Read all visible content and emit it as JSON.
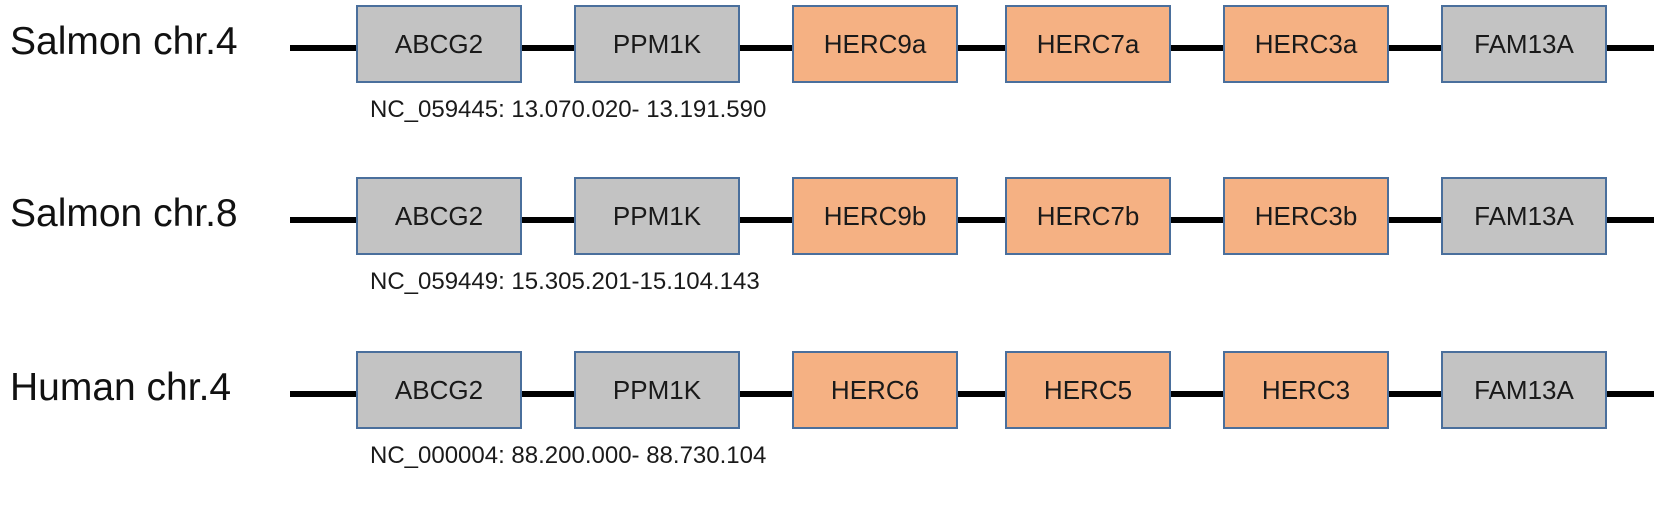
{
  "colors": {
    "conserved_gene_fill": "#c3c3c3",
    "herc_gene_fill": "#f5b183",
    "gene_border": "#4a6f9c",
    "chromosome_line": "#000000"
  },
  "tracks": [
    {
      "label": "Salmon chr.4",
      "coordinates": "NC_059445: 13.070.020- 13.191.590",
      "genes": [
        {
          "name": "ABCG2",
          "kind": "conserved"
        },
        {
          "name": "PPM1K",
          "kind": "conserved"
        },
        {
          "name": "HERC9a",
          "kind": "herc"
        },
        {
          "name": "HERC7a",
          "kind": "herc"
        },
        {
          "name": "HERC3a",
          "kind": "herc"
        },
        {
          "name": "FAM13A",
          "kind": "conserved"
        }
      ]
    },
    {
      "label": "Salmon chr.8",
      "coordinates": "NC_059449: 15.305.201-15.104.143",
      "genes": [
        {
          "name": "ABCG2",
          "kind": "conserved"
        },
        {
          "name": "PPM1K",
          "kind": "conserved"
        },
        {
          "name": "HERC9b",
          "kind": "herc"
        },
        {
          "name": "HERC7b",
          "kind": "herc"
        },
        {
          "name": "HERC3b",
          "kind": "herc"
        },
        {
          "name": "FAM13A",
          "kind": "conserved"
        }
      ]
    },
    {
      "label": "Human chr.4",
      "coordinates": "NC_000004: 88.200.000- 88.730.104",
      "genes": [
        {
          "name": "ABCG2",
          "kind": "conserved"
        },
        {
          "name": "PPM1K",
          "kind": "conserved"
        },
        {
          "name": "HERC6",
          "kind": "herc"
        },
        {
          "name": "HERC5",
          "kind": "herc"
        },
        {
          "name": "HERC3",
          "kind": "herc"
        },
        {
          "name": "FAM13A",
          "kind": "conserved"
        }
      ]
    }
  ]
}
